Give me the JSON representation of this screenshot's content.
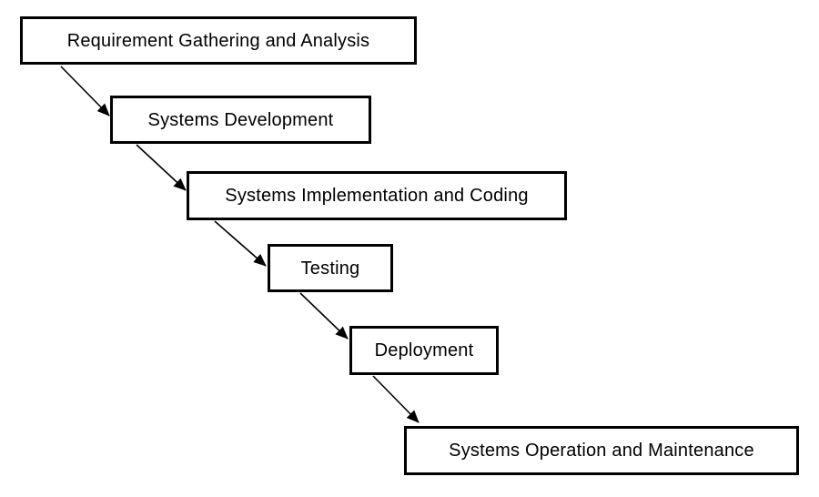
{
  "diagram": {
    "steps": [
      {
        "label": "Requirement Gathering and Analysis"
      },
      {
        "label": "Systems Development"
      },
      {
        "label": "Systems Implementation and Coding"
      },
      {
        "label": "Testing"
      },
      {
        "label": "Deployment"
      },
      {
        "label": "Systems Operation and Maintenance"
      }
    ],
    "flow": [
      {
        "from": "Requirement Gathering and Analysis",
        "to": "Systems Development"
      },
      {
        "from": "Systems Development",
        "to": "Systems Implementation and Coding"
      },
      {
        "from": "Systems Implementation and Coding",
        "to": "Testing"
      },
      {
        "from": "Testing",
        "to": "Deployment"
      },
      {
        "from": "Deployment",
        "to": "Systems Operation and Maintenance"
      }
    ],
    "colors": {
      "background": "#ffffff",
      "box_fill": "#ffffff",
      "box_border": "#000000",
      "text": "#000000",
      "arrow": "#000000"
    }
  }
}
